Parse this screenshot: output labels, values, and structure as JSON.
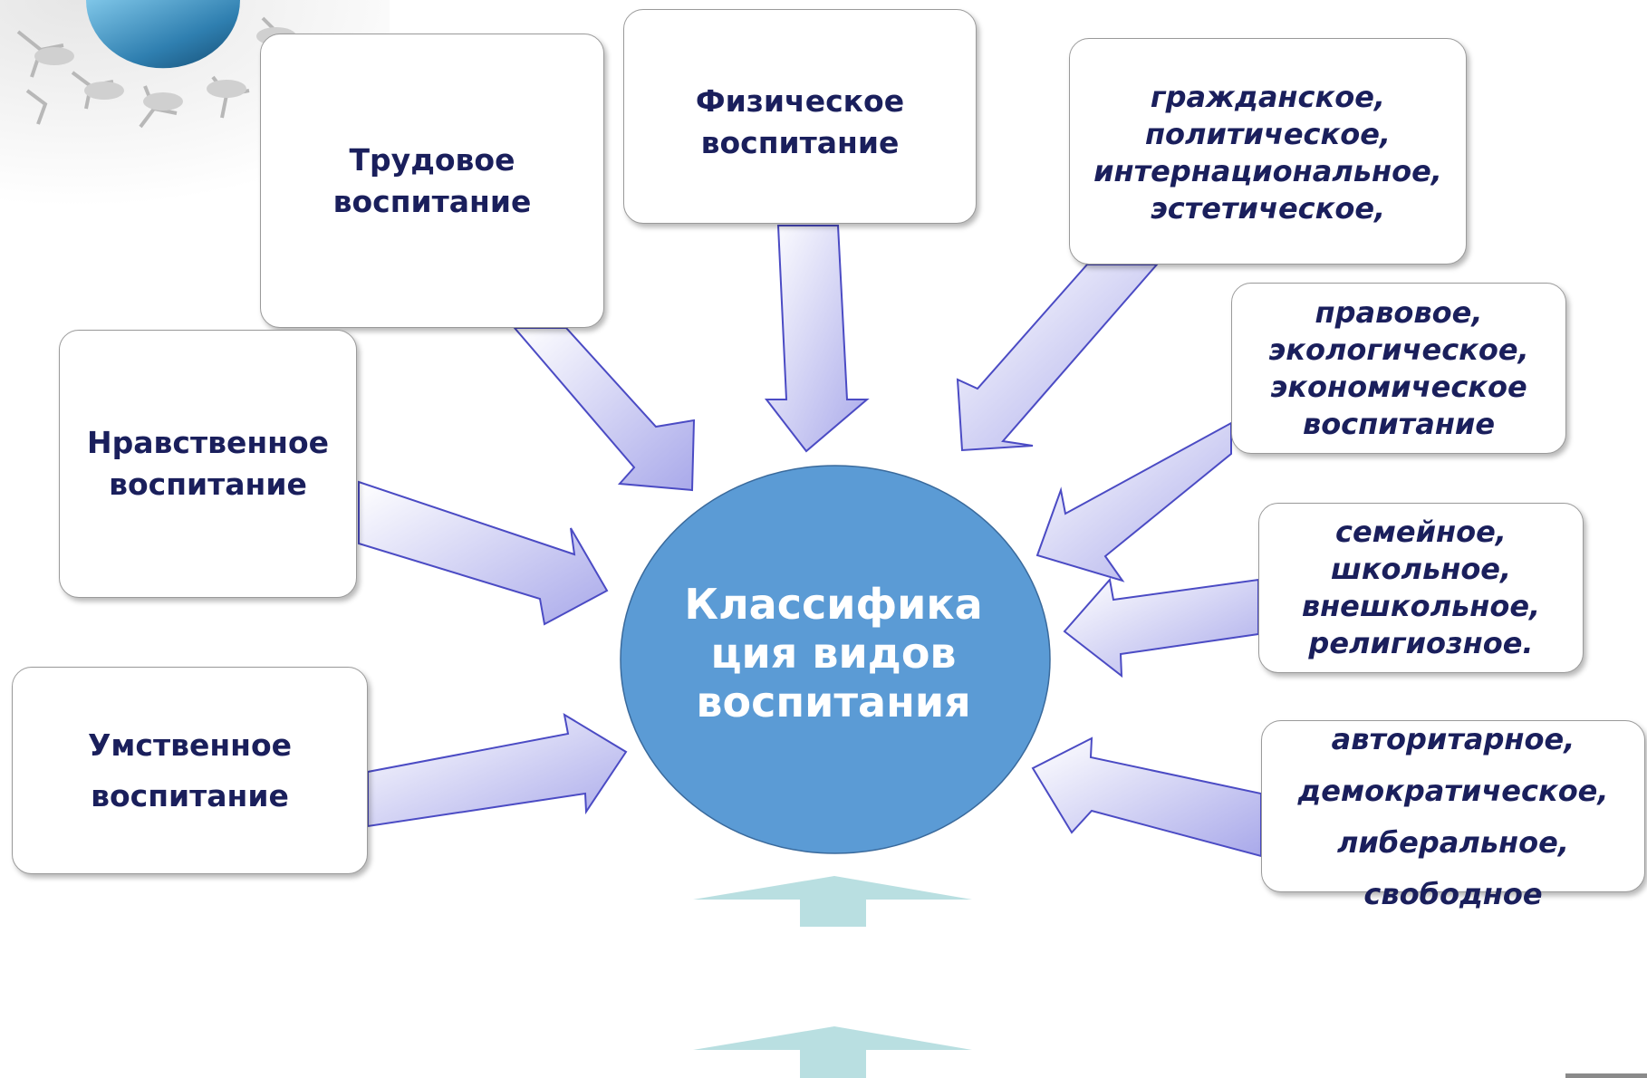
{
  "diagram": {
    "center": {
      "label": "Классифика\nция видов\nвоспитания",
      "fill_color": "#5b9bd5"
    },
    "boxes": {
      "trudovoe": "Трудовое\nвоспитание",
      "fizicheskoe": "Физическое\nвоспитание",
      "grazhdanskoe": "гражданское,\nполитическое,\nинтернациональное,\nэстетическое,",
      "pravovoe": "правовое,\nэкологическое,\nэкономическое\nвоспитание",
      "semeynoe": "семейное,\nшкольное,\nвнешкольное,\nрелигиозное.",
      "avtoritarnoe": "авторитарное,\nдемократическое,\nлиберальное,\nсвободное",
      "nravstvennoe": "Нравственное\nвоспитание",
      "umstvennoe": "Умственное\nвоспитание"
    },
    "colors": {
      "box_text": "#1a1f5c",
      "box_border": "#9a9a9a",
      "arrow_fill_light": "#ffffff",
      "arrow_fill_dark": "#a9a9ea",
      "arrow_stroke": "#4b4bc4",
      "placeholder_arrow": "#b9dfe1"
    },
    "icons": {
      "corner_image": "globe-with-chairs-icon"
    }
  }
}
